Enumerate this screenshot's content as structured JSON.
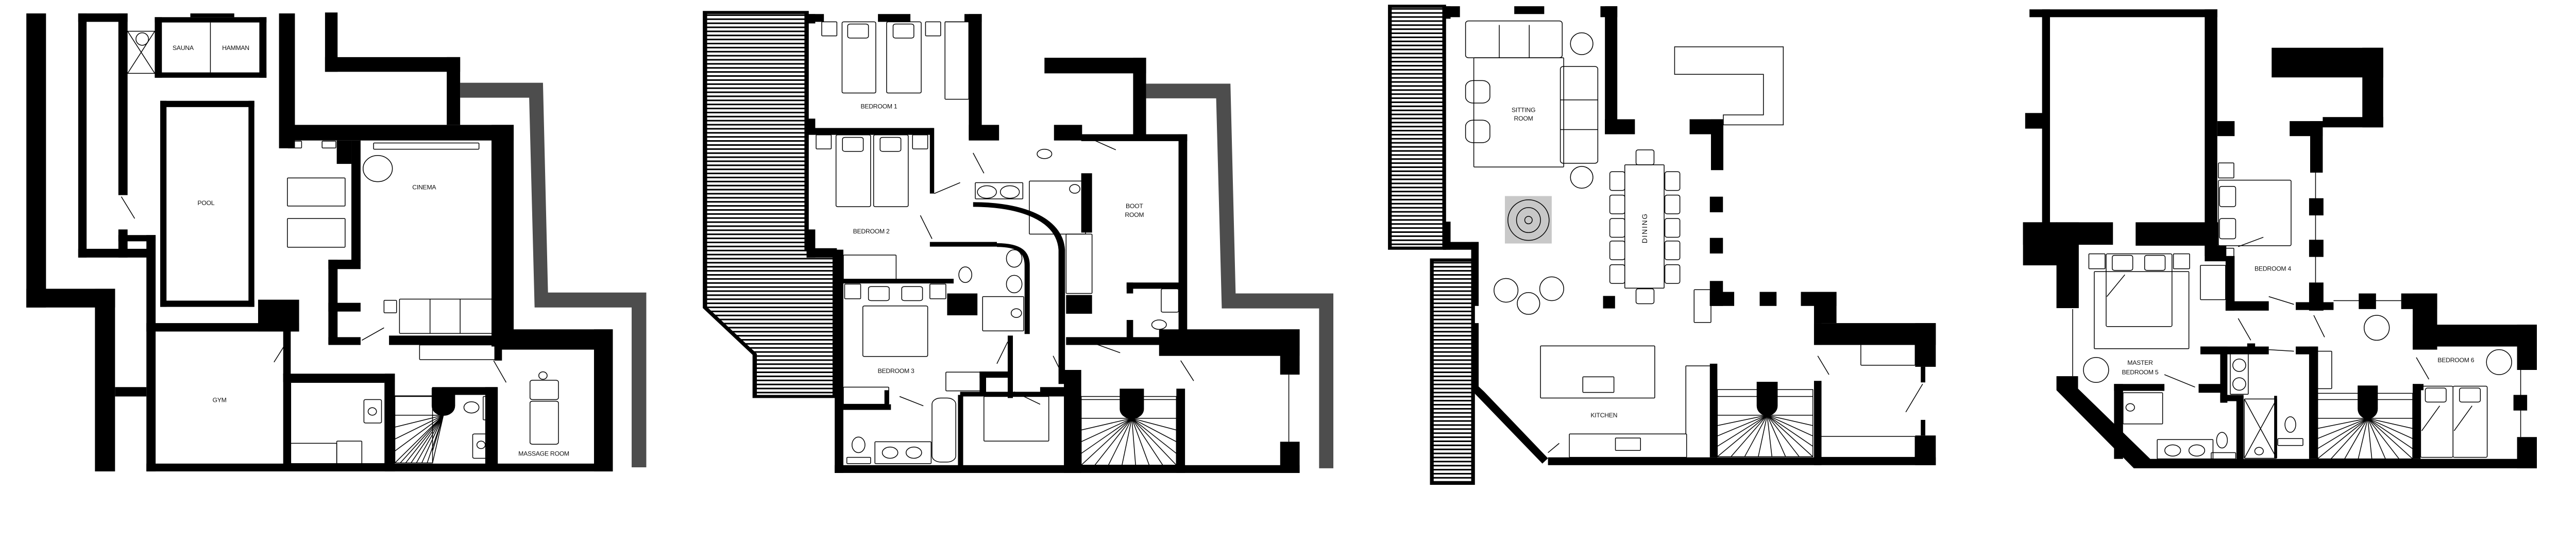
{
  "colors": {
    "wall": "#000000",
    "external_wall": "#4d4d4d",
    "fireplace": "#c8c8c8",
    "background": "#ffffff"
  },
  "floor_plans": {
    "plan_1": {
      "rooms": {
        "sauna": "SAUNA",
        "hamman": "HAMMAN",
        "pool": "POOL",
        "cinema": "CINEMA",
        "gym": "GYM",
        "massage_room": "MASSAGE ROOM"
      }
    },
    "plan_2": {
      "rooms": {
        "bedroom_1": "BEDROOM 1",
        "bedroom_2": "BEDROOM 2",
        "bedroom_3": "BEDROOM 3",
        "boot_room_line1": "BOOT",
        "boot_room_line2": "ROOM"
      }
    },
    "plan_3": {
      "rooms": {
        "sitting_room_line1": "SITTING",
        "sitting_room_line2": "ROOM",
        "dining": "DINING",
        "kitchen": "KITCHEN"
      }
    },
    "plan_4": {
      "rooms": {
        "bedroom_4": "BEDROOM 4",
        "master_bedroom_line1": "MASTER",
        "master_bedroom_line2": "BEDROOM 5",
        "bedroom_6": "BEDROOM 6"
      }
    }
  }
}
